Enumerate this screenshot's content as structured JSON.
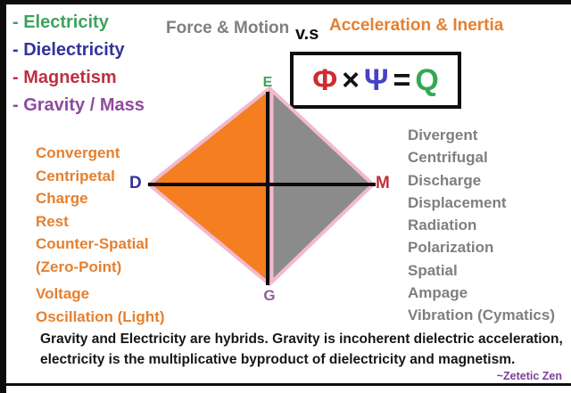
{
  "legend": {
    "items": [
      {
        "label": "- Electricity",
        "color": "#3ca45c"
      },
      {
        "label": "- Dielectricity",
        "color": "#333399"
      },
      {
        "label": "- Magnetism",
        "color": "#bf3040"
      },
      {
        "label": "- Gravity / Mass",
        "color": "#8e4a9e"
      }
    ]
  },
  "header": {
    "left_title": "Force & Motion",
    "left_color": "#7f7f7f",
    "vs": "v.s",
    "right_title": "Acceleration & Inertia",
    "right_color": "#e5802f"
  },
  "formula": {
    "parts": [
      {
        "text": "Φ",
        "color": "#cf2b31"
      },
      {
        "text": "×",
        "color": "#111111"
      },
      {
        "text": "Ψ",
        "color": "#4641c8"
      },
      {
        "text": "=",
        "color": "#111111"
      },
      {
        "text": "Q",
        "color": "#33a852"
      }
    ]
  },
  "diagram": {
    "vertex_labels": {
      "top": {
        "text": "E",
        "color": "#3ca45c"
      },
      "left": {
        "text": "D",
        "color": "#333399"
      },
      "right": {
        "text": "M",
        "color": "#bf3040"
      },
      "bottom": {
        "text": "G",
        "color": "#8f5d96"
      }
    },
    "colors": {
      "left_half": "#f57e20",
      "right_half": "#8b8b8b",
      "outline": "#f2b9cc",
      "axis": "#0b0b0b"
    }
  },
  "left_list": {
    "color": "#e5802f",
    "primary": [
      "Convergent",
      "Centripetal",
      "Charge",
      "Rest",
      "Counter-Spatial",
      "(Zero-Point)"
    ],
    "secondary": [
      "Voltage",
      "Oscillation (Light)"
    ]
  },
  "right_list": {
    "color": "#7f7f7f",
    "items": [
      "Divergent",
      "Centrifugal",
      "Discharge",
      "Displacement",
      "Radiation",
      "Polarization",
      "Spatial",
      "Ampage",
      "Vibration (Cymatics)"
    ]
  },
  "footer": {
    "lines": [
      "Gravity and Electricity are hybrids. Gravity is incoherent dielectric acceleration,",
      "electricity is the multiplicative byproduct of dielectricity and magnetism."
    ],
    "signature": "~Zetetic Zen",
    "signature_color": "#7b3f98"
  }
}
